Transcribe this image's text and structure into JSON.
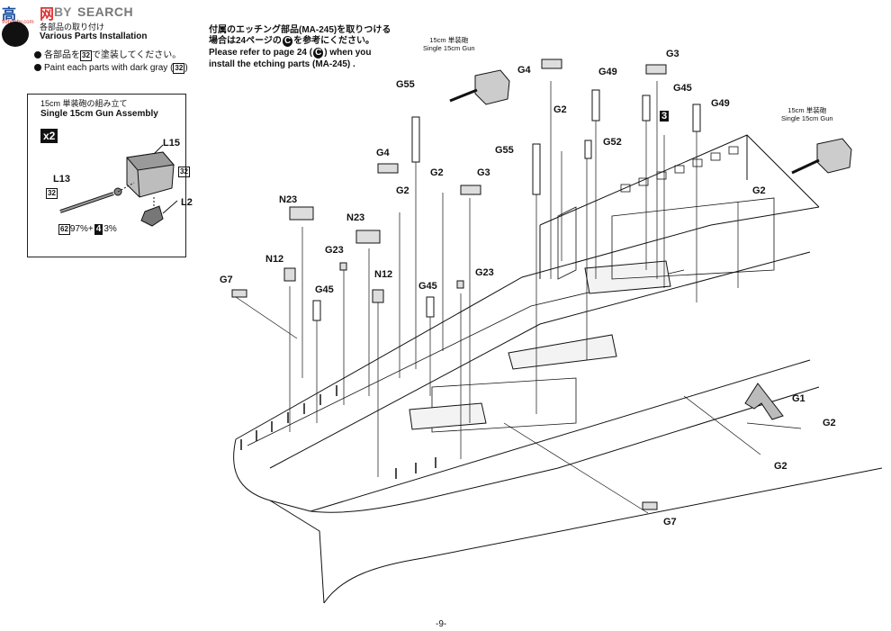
{
  "watermark": {
    "brand_left": "高",
    "brand_right": "网",
    "brand_mid": "BY",
    "search": "SEARCH",
    "sub": "99hobby.com"
  },
  "step": {
    "title_jp": "各部品の取り付け",
    "title_en": "Various Parts Installation",
    "note1_jp_pre": "各部品を",
    "note1_jp_num": "32",
    "note1_jp_post": "で塗装してください。",
    "note2_en_pre": "Paint each parts with dark gray (",
    "note2_en_num": "32",
    "note2_en_post": ")"
  },
  "instruction": {
    "jp_line1": "付属のエッチング部品(MA-245)を取りつける",
    "jp_line2_pre": "場合は24ページの",
    "jp_line2_mark": "C",
    "jp_line2_post": "を参考にください。",
    "en_line1_pre": "Please refer to page 24 (",
    "en_line1_mark": "C",
    "en_line1_post": ") when you",
    "en_line2": "install the etching parts (MA-245) ."
  },
  "assembly_box": {
    "title_jp": "15cm 単装砲の組み立て",
    "title_en": "Single 15cm Gun Assembly",
    "qty": "x2",
    "parts": [
      "L15",
      "L13",
      "L2"
    ],
    "paint_num_a": "32",
    "paint_num_b": "32",
    "mix_a": "62",
    "mix_a_pct": "97%",
    "plus": "+",
    "mix_b": "4",
    "mix_b_pct": "3%"
  },
  "gun_callouts": [
    {
      "jp": "15cm 単装砲",
      "en": "Single 15cm Gun"
    },
    {
      "jp": "15cm 単装砲",
      "en": "Single 15cm Gun"
    }
  ],
  "part_labels": [
    "G4",
    "G3",
    "G45",
    "G49",
    "G49",
    "G55",
    "G2",
    "G52",
    "G55",
    "G4",
    "G2",
    "G3",
    "G2",
    "G2",
    "N23",
    "N23",
    "G23",
    "N12",
    "N12",
    "G7",
    "G45",
    "G45",
    "G23",
    "G1",
    "G2",
    "G2",
    "G7",
    "3"
  ],
  "page_number": "-9-"
}
